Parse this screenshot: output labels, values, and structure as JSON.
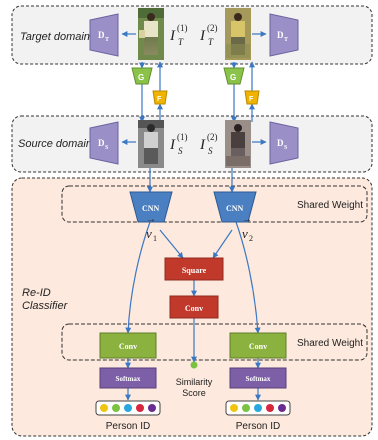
{
  "domains": {
    "target_label": "Target domain",
    "source_label": "Source domain"
  },
  "discriminators": {
    "target": "D",
    "target_sub": "T",
    "source": "D",
    "source_sub": "S"
  },
  "images": {
    "target_1": {
      "base": "I",
      "sub": "T",
      "sup": "(1)"
    },
    "target_2": {
      "base": "I",
      "sub": "T",
      "sup": "(2)"
    },
    "source_1": {
      "base": "I",
      "sub": "S",
      "sup": "(1)"
    },
    "source_2": {
      "base": "I",
      "sub": "S",
      "sup": "(2)"
    }
  },
  "generators": {
    "g_label": "G",
    "f_label": "F"
  },
  "classifier": {
    "title_line1": "Re-ID",
    "title_line2": "Classifier",
    "cnn_label": "CNN",
    "shared_weight_label": "Shared Weight",
    "v1_base": "v",
    "v1_sub": "1",
    "v2_base": "v",
    "v2_sub": "2",
    "vector_arrow": "→",
    "square_label": "Square",
    "conv_label": "Conv",
    "softmax_label": "Softmax",
    "similarity_line1": "Similarity",
    "similarity_line2": "Score",
    "person_id_label": "Person ID"
  },
  "colors": {
    "cnn": "#4a7fc1",
    "square": "#c0392b",
    "conv": "#8bb23f",
    "softmax": "#7d5fa8",
    "generator_g": "#8bc34a",
    "generator_f": "#f0b400",
    "discriminator": "#9a8fc6",
    "classifier_bg": "#fde9dd",
    "domain_bg": "#f2f2f2",
    "arrow": "#3b78c4"
  },
  "id_dots": [
    "#f1c40f",
    "#7cc242",
    "#29a8e0",
    "#d7263d",
    "#6a2c91"
  ]
}
